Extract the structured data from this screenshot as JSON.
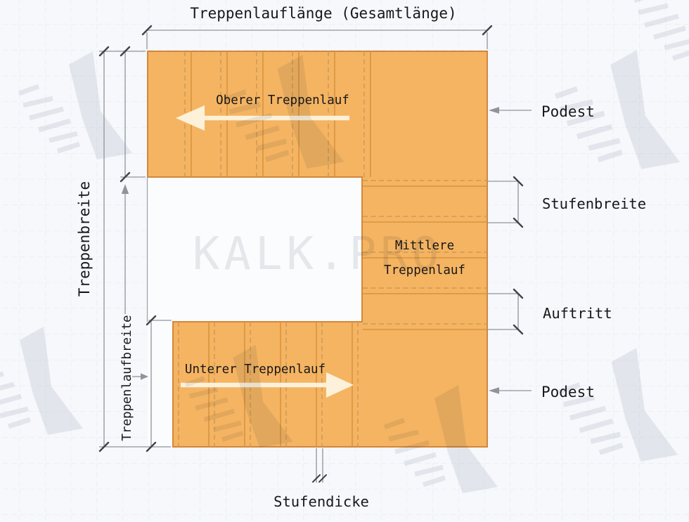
{
  "diagram": {
    "title": "Treppenlauflänge (Gesamtlänge)",
    "watermark_text": "KALK.PRO",
    "flights": {
      "upper_label": "Oberer Treppenlauf",
      "middle_label_line1": "Mittlere",
      "middle_label_line2": "Treppenlauf",
      "lower_label": "Unterer Treppenlauf"
    },
    "labels": {
      "podest_top": "Podest",
      "stufenbreite": "Stufenbreite",
      "auftritt": "Auftritt",
      "podest_bottom": "Podest",
      "treppenbreite": "Treppenbreite",
      "treppenlaufbreite": "Treppenlaufbreite",
      "stufendicke": "Stufendicke"
    },
    "colors": {
      "stair_fill": "#f5b462",
      "stair_border": "#d2873c",
      "step_line": "#d8933f",
      "step_line_dashed": "#cf9a55",
      "background": "#f6f8fb",
      "grid_line": "#e3e7ee",
      "dimension_line": "#8f949b",
      "tick_mark": "#3f434a",
      "text": "#17181a",
      "direction_arrow": "#fdf4e0",
      "watermark": "#d7dbe1"
    }
  }
}
